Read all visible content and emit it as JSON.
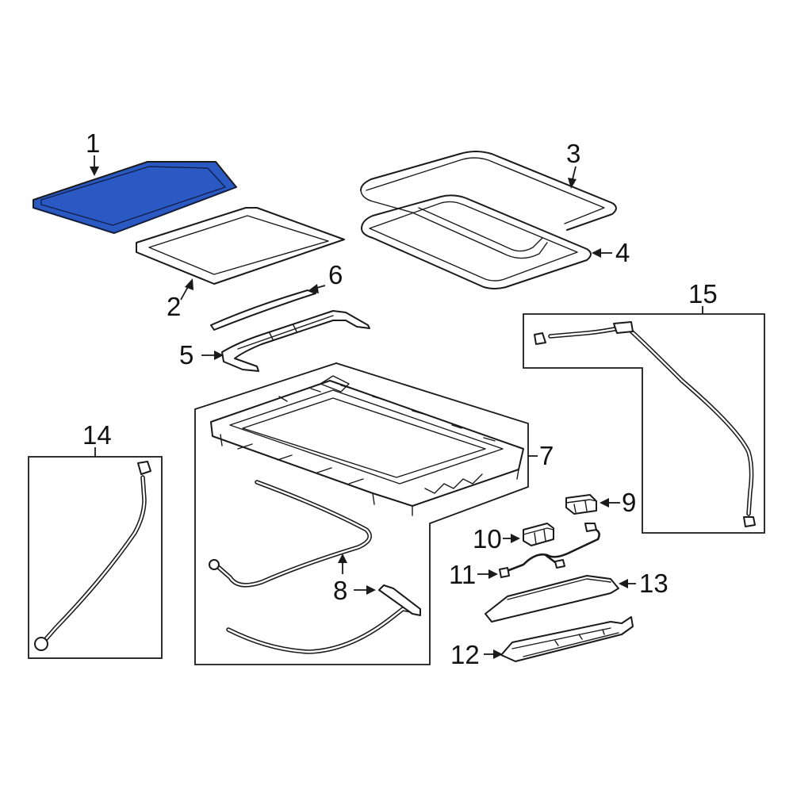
{
  "accent_color": "#2b59c3",
  "parts": [
    {
      "id": "part-1",
      "label": "1",
      "highlighted": true
    },
    {
      "id": "part-2",
      "label": "2"
    },
    {
      "id": "part-3",
      "label": "3"
    },
    {
      "id": "part-4",
      "label": "4"
    },
    {
      "id": "part-5",
      "label": "5"
    },
    {
      "id": "part-6",
      "label": "6"
    },
    {
      "id": "part-7",
      "label": "7"
    },
    {
      "id": "part-8",
      "label": "8"
    },
    {
      "id": "part-9",
      "label": "9"
    },
    {
      "id": "part-10",
      "label": "10"
    },
    {
      "id": "part-11",
      "label": "11"
    },
    {
      "id": "part-12",
      "label": "12"
    },
    {
      "id": "part-13",
      "label": "13"
    },
    {
      "id": "part-14",
      "label": "14"
    },
    {
      "id": "part-15",
      "label": "15"
    }
  ]
}
